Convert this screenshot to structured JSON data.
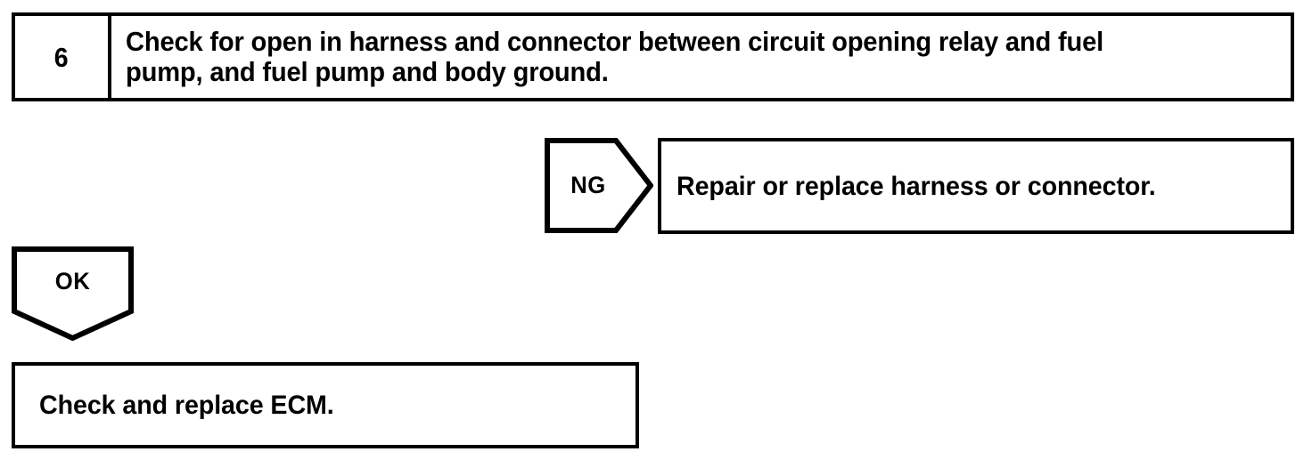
{
  "document": {
    "kind": "troubleshooting-flowchart",
    "background_color": "#ffffff",
    "line_color": "#000000",
    "text_color": "#000000"
  },
  "step": {
    "number": "6",
    "instruction": "Check for open in harness and connector between circuit opening relay and fuel\npump, and fuel pump and body ground."
  },
  "branches": {
    "ng": {
      "label": "NG",
      "marker_shape": "right-pointing-pentagon",
      "result": "Repair or replace harness or connector."
    },
    "ok": {
      "label": "OK",
      "marker_shape": "down-pointing-pentagon",
      "result": "Check and replace ECM."
    }
  }
}
